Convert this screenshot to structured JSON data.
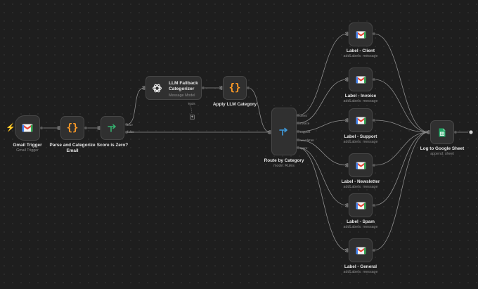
{
  "colors": {
    "background": "#1e1e1e",
    "node": "#303030",
    "edge": "#8e8e8e",
    "gmail_red": "#ea4335",
    "braces_orange": "#ff9b26",
    "route_blue": "#3f9bdc",
    "if_green": "#35b06f",
    "sheets_green": "#1fa463",
    "trigger_bolt": "#f05a3c"
  },
  "nodes": {
    "gmail_trigger": {
      "title": "Gmail Trigger",
      "subtitle": "Gmail Trigger",
      "icon": "gmail-icon"
    },
    "parse": {
      "title": "Parse and Categorize Email",
      "icon": "braces-icon"
    },
    "score": {
      "title": "Score is Zero?",
      "icon": "if-branch-icon",
      "ports": {
        "true": "true",
        "false": "false"
      }
    },
    "llm": {
      "title": "LLM Fallback Categorizer",
      "subtitle": "Message Model",
      "icon": "openai-icon",
      "tools_label": "Tools"
    },
    "apply": {
      "title": "Apply LLM Category",
      "icon": "braces-icon"
    },
    "route": {
      "title": "Route by Category",
      "subtitle": "mode: Rules",
      "icon": "route-icon",
      "outputs": [
        "client",
        "invoice",
        "support",
        "newsletter",
        "spam"
      ]
    },
    "labels": [
      {
        "title": "Label - Client",
        "subtitle": "addLabels: message",
        "icon": "gmail-icon"
      },
      {
        "title": "Label - Invoice",
        "subtitle": "addLabels: message",
        "icon": "gmail-icon"
      },
      {
        "title": "Label - Support",
        "subtitle": "addLabels: message",
        "icon": "gmail-icon"
      },
      {
        "title": "Label - Newsletter",
        "subtitle": "addLabels: message",
        "icon": "gmail-icon"
      },
      {
        "title": "Label - Spam",
        "subtitle": "addLabels: message",
        "icon": "gmail-icon"
      },
      {
        "title": "Label - General",
        "subtitle": "addLabels: message",
        "icon": "gmail-icon"
      }
    ],
    "sheet": {
      "title": "Log to Google Sheet",
      "subtitle": "append: sheet",
      "icon": "google-sheets-icon"
    }
  }
}
